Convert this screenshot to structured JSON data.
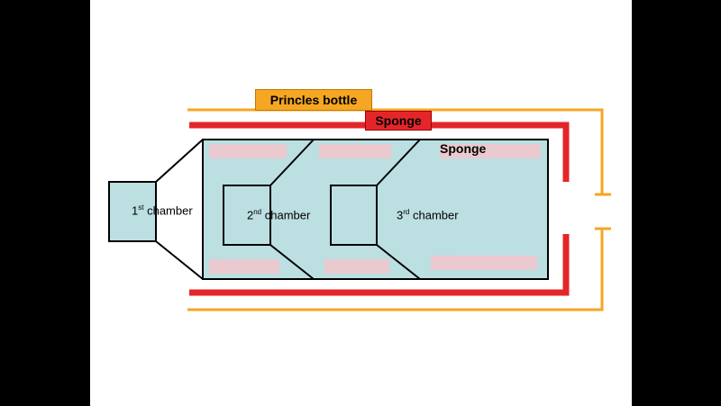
{
  "labels": {
    "bottle": "Princles bottle",
    "sponge_outer": "Sponge",
    "sponge_inner": "Sponge"
  },
  "chambers": [
    {
      "num": "1",
      "sup": "st",
      "word": "chamber"
    },
    {
      "num": "2",
      "sup": "nd",
      "word": "chamber"
    },
    {
      "num": "3",
      "sup": "rd",
      "word": "chamber"
    }
  ],
  "colors": {
    "bottle_line": "#f5a623",
    "sponge_line": "#e4262a",
    "chamber_fill": "#bcdfe2",
    "speckle": "#f3c6cc"
  }
}
